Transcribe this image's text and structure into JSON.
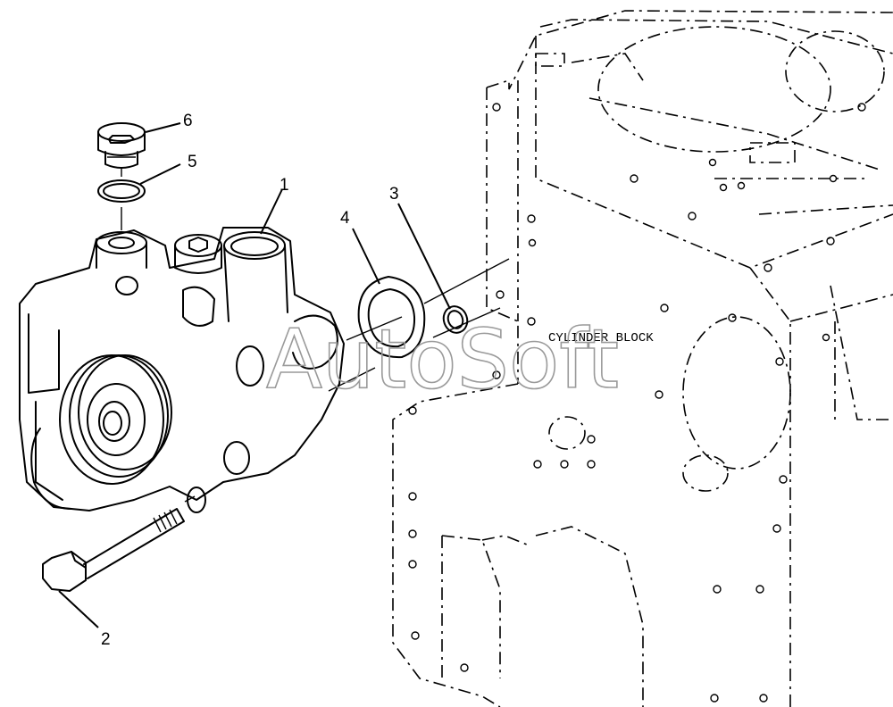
{
  "labels": {
    "block": "CYLINDER BLOCK",
    "watermark": "AutoSoft"
  },
  "callouts": [
    {
      "number": "1",
      "part": "water-pump"
    },
    {
      "number": "2",
      "part": "bolt"
    },
    {
      "number": "3",
      "part": "o-ring-seal"
    },
    {
      "number": "4",
      "part": "gasket"
    },
    {
      "number": "5",
      "part": "plug-seal"
    },
    {
      "number": "6",
      "part": "plug"
    }
  ]
}
